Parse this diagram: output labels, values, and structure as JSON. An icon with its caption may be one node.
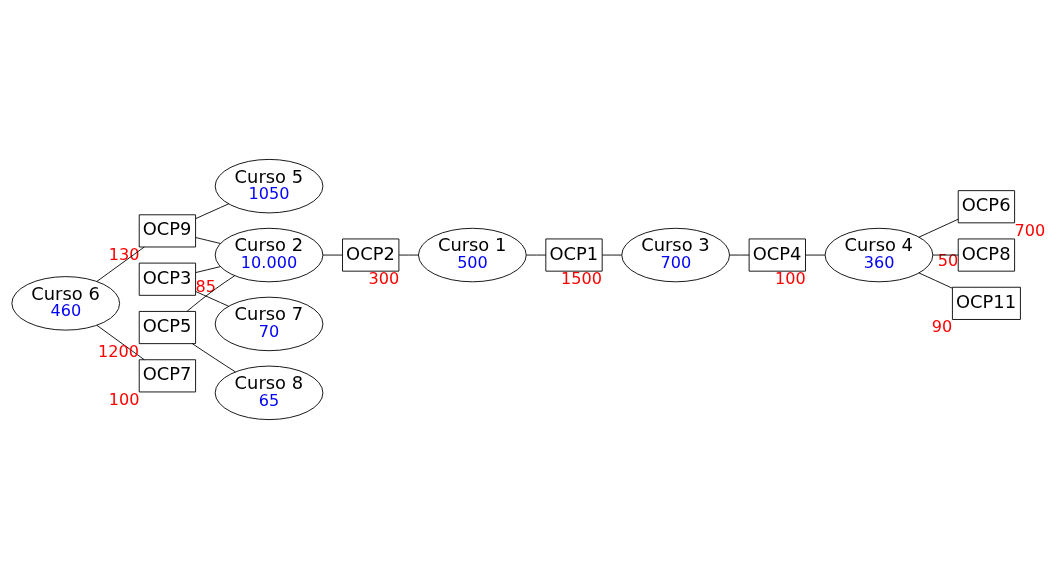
{
  "diagram": {
    "nodes": [
      {
        "text": [
          "Curso 6",
          "460"
        ]
      },
      {
        "text": [
          "OCP9"
        ],
        "beside": [
          "130"
        ]
      },
      {
        "text": [
          "OCP3"
        ],
        "beside": [
          "85"
        ]
      },
      {
        "text": [
          "Curso 7",
          "70"
        ]
      },
      {
        "text": [
          "OCP5"
        ],
        "beside": [
          "1200"
        ]
      },
      {
        "text": [
          "Curso 5",
          "1050"
        ]
      },
      {
        "text": [
          "Curso 2",
          "10.000"
        ]
      },
      {
        "text": [
          "OCP7"
        ],
        "beside": [
          "100"
        ]
      },
      {
        "text": [
          "Curso 8",
          "65"
        ]
      },
      {
        "text": [
          "OCP2"
        ],
        "beside": [
          "300"
        ]
      },
      {
        "text": [
          "Curso 1",
          "500"
        ]
      },
      {
        "text": [
          "OCP1"
        ],
        "beside": [
          "1500"
        ]
      },
      {
        "text": [
          "OCP4"
        ],
        "beside": [
          "100"
        ]
      },
      {
        "text": [
          "OCP6"
        ],
        "beside": [
          "700"
        ]
      },
      {
        "text": [
          "Curso 4",
          "360"
        ]
      },
      {
        "text": [
          "OCP8"
        ],
        "beside": [
          "50"
        ]
      },
      {
        "text": [
          "Curso 3",
          "700"
        ]
      },
      {
        "text": [
          "OCP11"
        ],
        "beside": [
          "90"
        ]
      }
    ],
    "edges": [
      {
        "from": 0,
        "to": 1,
        "arrow": "none"
      },
      {
        "from": 1,
        "to": 5,
        "arrow": "none"
      },
      {
        "from": 1,
        "to": 6,
        "arrow": "none"
      },
      {
        "from": 2,
        "to": 6,
        "arrow": "none"
      },
      {
        "from": 2,
        "to": 3,
        "arrow": "none"
      },
      {
        "from": 4,
        "to": 6,
        "arrow": "none"
      },
      {
        "from": 4,
        "to": 8,
        "arrow": "none"
      },
      {
        "from": 0,
        "to": 7,
        "arrow": "none"
      },
      {
        "from": 6,
        "to": 9,
        "arrow": "none"
      },
      {
        "from": 9,
        "to": 10,
        "arrow": "none"
      },
      {
        "from": 10,
        "to": 11,
        "arrow": "none"
      },
      {
        "from": 11,
        "to": 16,
        "arrow": "none"
      },
      {
        "from": 16,
        "to": 12,
        "arrow": "none"
      },
      {
        "from": 12,
        "to": 14,
        "arrow": "none"
      },
      {
        "from": 14,
        "to": 13,
        "arrow": "none"
      },
      {
        "from": 14,
        "to": 15,
        "arrow": "none"
      },
      {
        "from": 14,
        "to": 17,
        "arrow": "none"
      }
    ]
  }
}
